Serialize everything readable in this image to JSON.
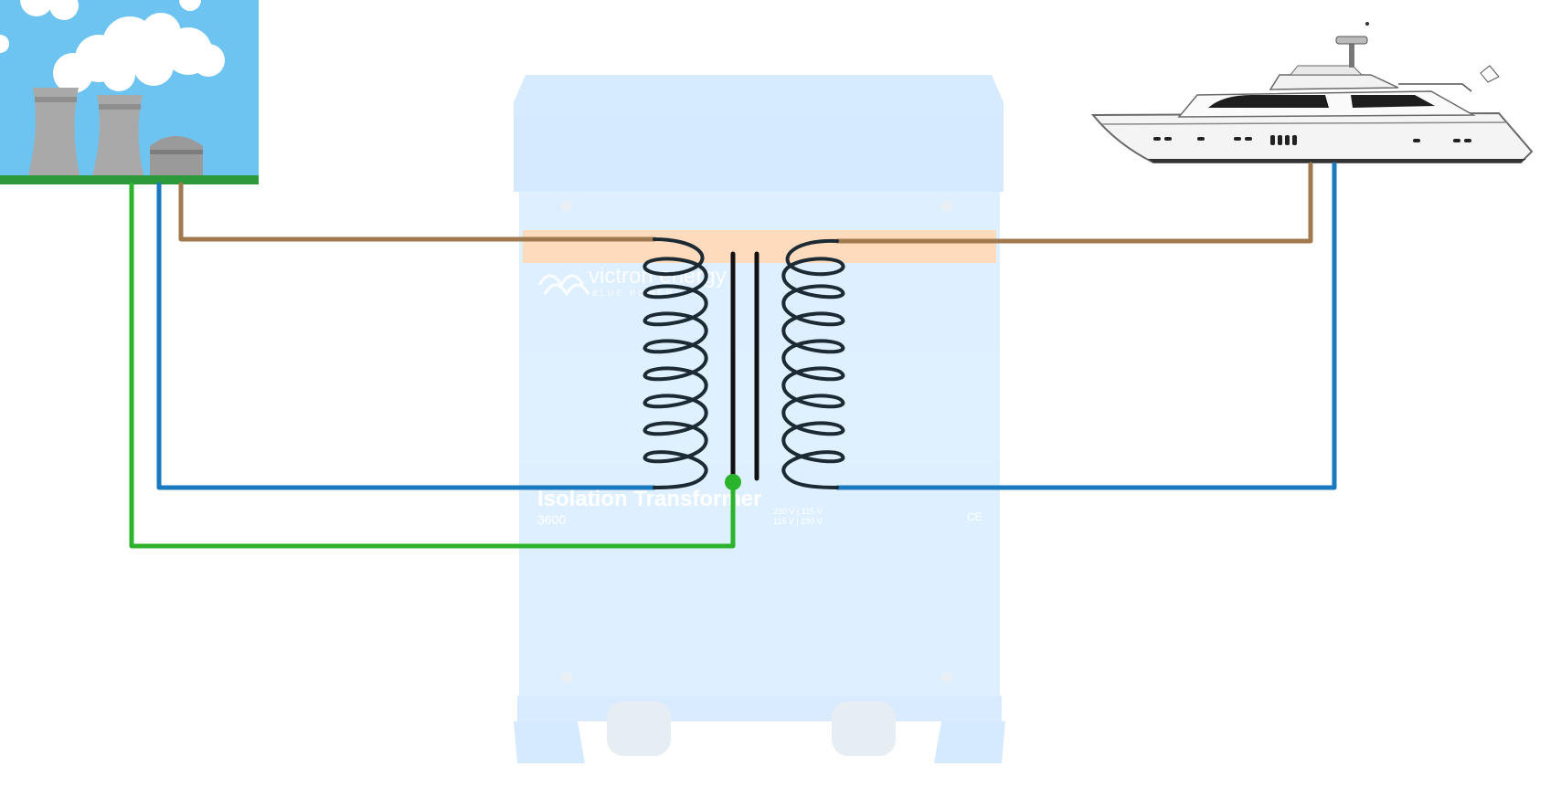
{
  "diagram": {
    "brand": {
      "name": "victron energy",
      "tagline": "BLUE POWER"
    },
    "product": {
      "name": "Isolation Transformer",
      "model": "3600",
      "spec_line1": "230 V | 115 V",
      "spec_line2": "115 V | 230 V",
      "cert": "CE"
    },
    "wires": {
      "line_color": "#a07a4e",
      "neutral_color": "#1a7abf",
      "earth_color": "#2bb32b"
    },
    "colors": {
      "sky": "#6ec4f0",
      "ground": "#2c9a3a",
      "enclosure": "#dcefff",
      "enclosure_edge": "#c7e2fb",
      "label_band": "#ffd9b8",
      "coil": "#1c2a33",
      "core": "#111111"
    },
    "icons": {
      "source": "power-plant-icon",
      "load": "yacht-icon"
    }
  }
}
